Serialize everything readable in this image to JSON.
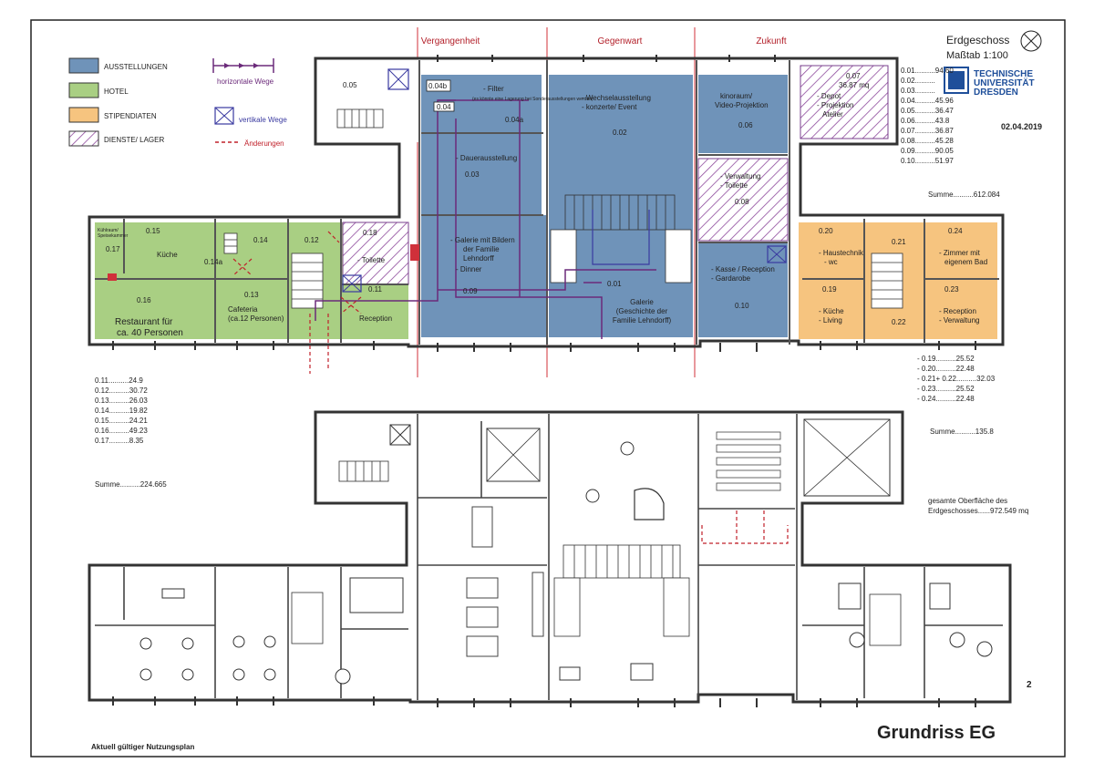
{
  "title": "Grundriss EG",
  "footer_note": "Aktuell gültiger Nutzungsplan",
  "page_number": "2",
  "floor": "Erdgeschoss",
  "scale": "Maßtab 1:100",
  "date": "02.04.2019",
  "logo": {
    "line1": "TECHNISCHE",
    "line2": "UNIVERSITÄT",
    "line3": "DRESDEN"
  },
  "phases": [
    "Vergangenheit",
    "Gegenwart",
    "Zukunft"
  ],
  "legend": [
    {
      "label": "AUSSTELLUNGEN",
      "color": "#6f93b9"
    },
    {
      "label": "HOTEL",
      "color": "#a9cf83"
    },
    {
      "label": "STIPENDIATEN",
      "color": "#f6c47f"
    },
    {
      "label": "DIENSTE/ LAGER",
      "color": "hatch-purple"
    }
  ],
  "legend_paths": [
    {
      "label": "horizontale Wege",
      "color": "#6b2a7a"
    },
    {
      "label": "vertikale Wege",
      "color": "#3a3aa0"
    },
    {
      "label": "Änderungen",
      "color": "#c0202a"
    }
  ],
  "rooms": {
    "r005": "0.05",
    "r004b": "0.04b",
    "r004": "0.04",
    "r004a": "0.04a",
    "filter": "- Filter",
    "filter_note": "(es könnte eine Lagerung bei Sonderausstellungen werden)",
    "dauer": "- Dauerausstellung",
    "r003": "0.03",
    "galerie_bilder": [
      "- Galerie mit Bildern",
      "der Familie",
      "Lehndorff",
      "- Dinner"
    ],
    "r009": "0.09",
    "wechsel": [
      "- Wechselausstellung",
      "- konzerte/ Event"
    ],
    "r002": "0.02",
    "r001": "0.01",
    "galerie_gesch": [
      "Galerie",
      "(Geschichte der",
      "Familie Lehndorff)"
    ],
    "kino": [
      "kinoraum/",
      "Video-Projektion"
    ],
    "r006": "0.06",
    "verwaltung": [
      "- Verwaltung",
      "- Toilette"
    ],
    "r008": "0.08",
    "kasse": [
      "- Kasse / Reception",
      "- Gardarobe"
    ],
    "r010": "0.10",
    "r007": "0.07",
    "r007_area": "36.87 mq",
    "depot": [
      "- Depot",
      "- Projektion",
      "Atelier"
    ],
    "r015": "0.15",
    "kueche": "Küche",
    "r017": "0.17",
    "kuehl": [
      "Kühlraum/",
      "Speisekammer"
    ],
    "r014a": "0.14a",
    "r014": "0.14",
    "r012": "0.12",
    "r018": "0.18",
    "toilette": "- Toilette",
    "r011": "0.11",
    "r016": "0.16",
    "restaurant": [
      "Restaurant für",
      "ca. 40 Personen"
    ],
    "r013": "0.13",
    "cafeteria": [
      "Cafeteria",
      "(ca.12 Personen)"
    ],
    "reception_h": "Reception",
    "r020": "0.20",
    "haustechnik": [
      "- Haustechnik",
      "- wc"
    ],
    "r021": "0.21",
    "r024": "0.24",
    "zimmer": [
      "- Zimmer mit",
      "eigenem Bad"
    ],
    "r019": "0.19",
    "r023": "0.23",
    "kueche_living": [
      "- Küche",
      "- Living"
    ],
    "r022": "0.22",
    "reception_v": [
      "- Reception",
      "- Verwaltung"
    ]
  },
  "areas_museum": [
    "0.01..........94.60",
    "0.02..........",
    "0.03..........",
    "0.04..........45.96",
    "0.05..........36.47",
    "0.06..........43.8",
    "0.07..........36.87",
    "0.08..........45.28",
    "0.09..........90.05",
    "0.10..........51.97"
  ],
  "sum_museum": "Summe..........612.084",
  "areas_hotel": [
    "0.11..........24.9",
    "0.12..........30.72",
    "0.13..........26.03",
    "0.14..........19.82",
    "0.15..........24.21",
    "0.16..........49.23",
    "0.17..........8.35"
  ],
  "sum_hotel": "Summe..........224.665",
  "areas_stip": [
    "- 0.19..........25.52",
    "- 0.20..........22.48",
    "- 0.21+ 0.22..........32.03",
    "- 0.23..........25.52",
    "- 0.24..........22.48"
  ],
  "sum_stip": "Summe..........135.8",
  "total": [
    "gesamte Oberfläche des",
    "Erdgeschosses......972.549 mq"
  ]
}
